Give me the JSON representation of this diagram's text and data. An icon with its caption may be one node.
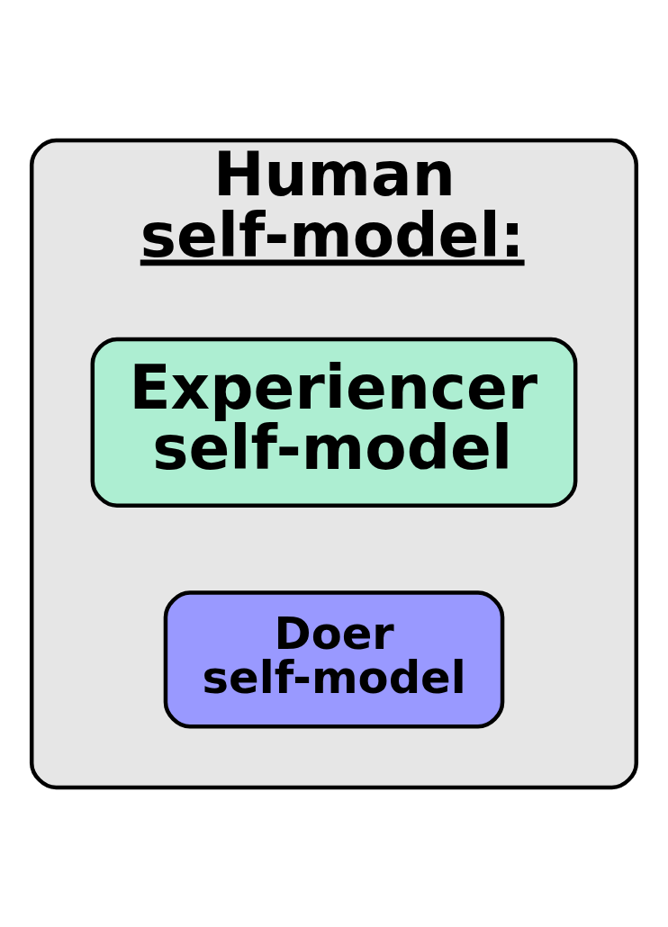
{
  "diagram": {
    "nodes": [
      {
        "text": [
          "Human self-model:"
        ]
      },
      {
        "text": [
          "Experiencer self-model"
        ],
        "in": 0
      },
      {
        "text": [
          "Doer self-model"
        ],
        "in": 0
      }
    ]
  }
}
